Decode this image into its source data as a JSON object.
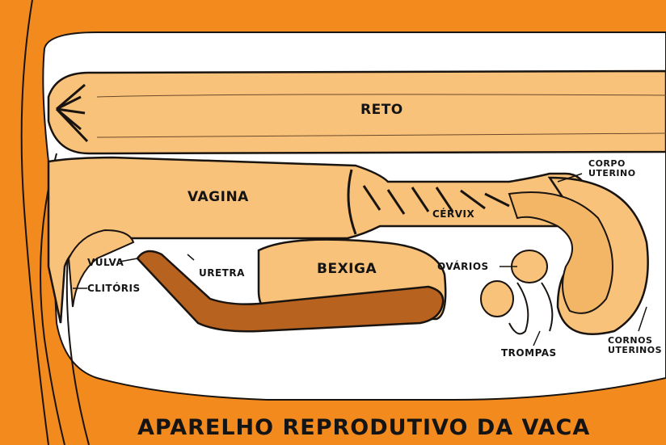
{
  "title": "APARELHO REPRODUTIVO DA VACA",
  "labels": {
    "reto": "RETO",
    "vagina": "VAGINA",
    "cervix": "CÉRVIX",
    "corpo_uterino_line1": "CORPO",
    "corpo_uterino_line2": "UTERINO",
    "vulva": "VULVA",
    "clitoris": "CLITÓRIS",
    "uretra": "URETRA",
    "bexiga": "BEXIGA",
    "ovarios": "OVÁRIOS",
    "trompas": "TROMPAS",
    "cornos_uterinos_line1": "CORNOS",
    "cornos_uterinos_line2": "UTERINOS"
  },
  "colors": {
    "background_orange": "#F28A1E",
    "cavity_white": "#FFFFFF",
    "tissue_tan": "#F9C27A",
    "urethra_brown": "#B8621F",
    "outline_dark": "#1A1410"
  }
}
